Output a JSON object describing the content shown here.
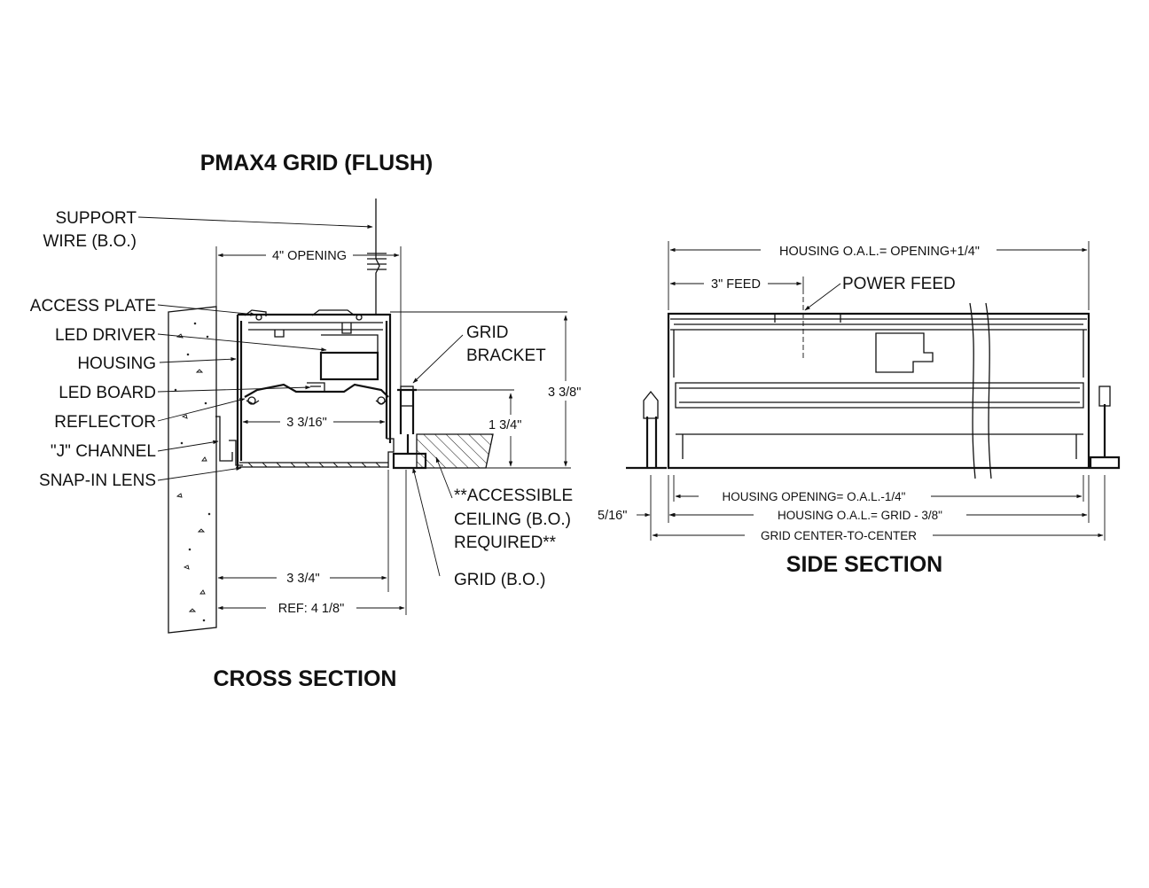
{
  "titles": {
    "main": "PMAX4 GRID (FLUSH)",
    "cross_section": "CROSS SECTION",
    "side_section": "SIDE SECTION"
  },
  "cross_labels": {
    "support_wire_1": "SUPPORT",
    "support_wire_2": "WIRE (B.O.)",
    "access_plate": "ACCESS PLATE",
    "led_driver": "LED DRIVER",
    "housing": "HOUSING",
    "led_board": "LED BOARD",
    "reflector": "REFLECTOR",
    "j_channel": "\"J\" CHANNEL",
    "snap_in_lens": "SNAP-IN LENS",
    "grid_bracket_1": "GRID",
    "grid_bracket_2": "BRACKET",
    "accessible_1": "**ACCESSIBLE",
    "accessible_2": "CEILING (B.O.)",
    "accessible_3": "REQUIRED**",
    "grid_bo": "GRID  (B.O.)"
  },
  "cross_dims": {
    "opening": "4\" OPENING",
    "height_total": "3 3/8\"",
    "reflector_width": "3 3/16\"",
    "bracket_height": "1 3/4\"",
    "housing_width": "3 3/4\"",
    "ref_width": "REF: 4 1/8\""
  },
  "side_labels": {
    "housing_oal": "HOUSING O.A.L.= OPENING+1/4\"",
    "feed": "3\" FEED",
    "power_feed": "POWER FEED",
    "housing_opening": "HOUSING OPENING= O.A.L.-1/4\"",
    "housing_oal_grid": "HOUSING O.A.L.= GRID - 3/8\"",
    "grid_ctc": "GRID CENTER-TO-CENTER",
    "offset": "5/16\""
  }
}
